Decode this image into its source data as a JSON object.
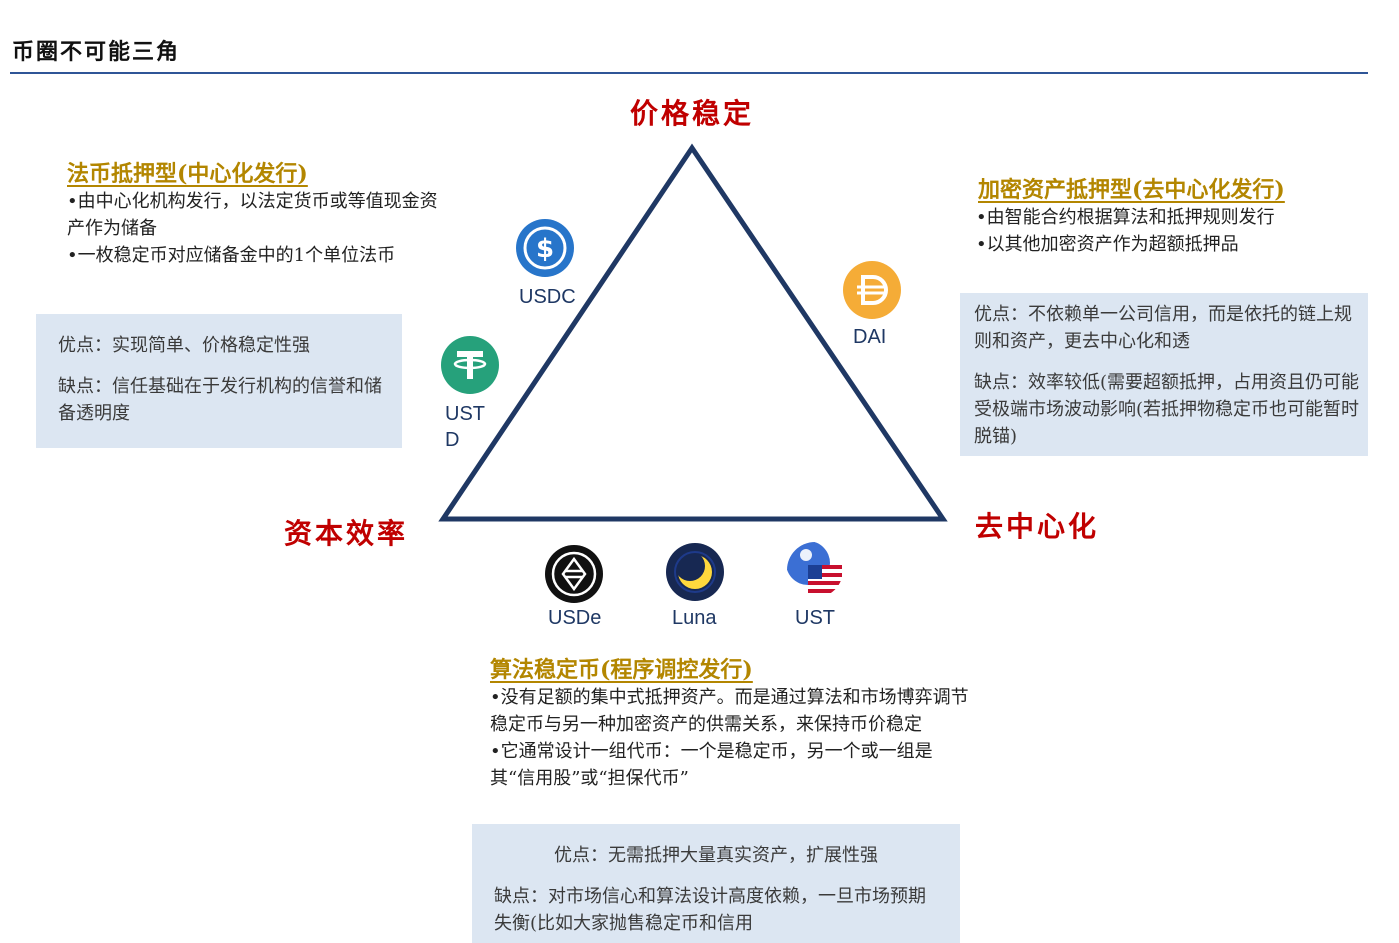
{
  "page_title": "币圈不可能三角",
  "vertices": {
    "top": "价格稳定",
    "left": "资本效率",
    "right": "去中心化"
  },
  "fiat": {
    "heading": "法币抵押型(中心化发行)",
    "bullets": [
      "•由中心化机构发行，以法定货币或等值现金资产作为储备",
      "•一枚稳定币对应储备金中的1个单位法币"
    ],
    "pros": "优点：实现简单、价格稳定性强",
    "cons": "缺点：信任基础在于发行机构的信誉和储备透明度"
  },
  "crypto": {
    "heading": "加密资产抵押型(去中心化发行)",
    "bullets": [
      "•由智能合约根据算法和抵押规则发行",
      "•以其他加密资产作为超额抵押品"
    ],
    "pros": "优点：不依赖单一公司信用，而是依托的链上规则和资产，更去中心化和透",
    "cons": "缺点：效率较低(需要超额抵押，占用资且仍可能受极端市场波动影响(若抵押物稳定币也可能暂时脱锚)"
  },
  "algo": {
    "heading": "算法稳定币(程序调控发行)",
    "bullets": [
      "•没有足额的集中式抵押资产。而是通过算法和市场博弈调节稳定币与另一种加密资产的供需关系，来保持币价稳定",
      "•它通常设计一组代币：一个是稳定币，另一个或一组是其“信用股”或“担保代币”"
    ],
    "pros": "优点：无需抵押大量真实资产，扩展性强",
    "cons": "缺点：对市场信心和算法设计高度依赖，一旦市场预期失衡(比如大家抛售稳定币和信用"
  },
  "coins": {
    "usdc": "USDC",
    "usdt_line1": "UST",
    "usdt_line2": "D",
    "dai": "DAI",
    "usde": "USDe",
    "luna": "Luna",
    "ust": "UST"
  },
  "colors": {
    "vertex_red": "#c00000",
    "heading_gold": "#b38600",
    "triangle_navy": "#1f3864",
    "box_blue": "#dce6f2",
    "usdc_blue": "#2775ca",
    "tether_green": "#26a17b",
    "dai_orange": "#f5ac37",
    "luna_navy": "#172852",
    "luna_yellow": "#ffd83d"
  }
}
